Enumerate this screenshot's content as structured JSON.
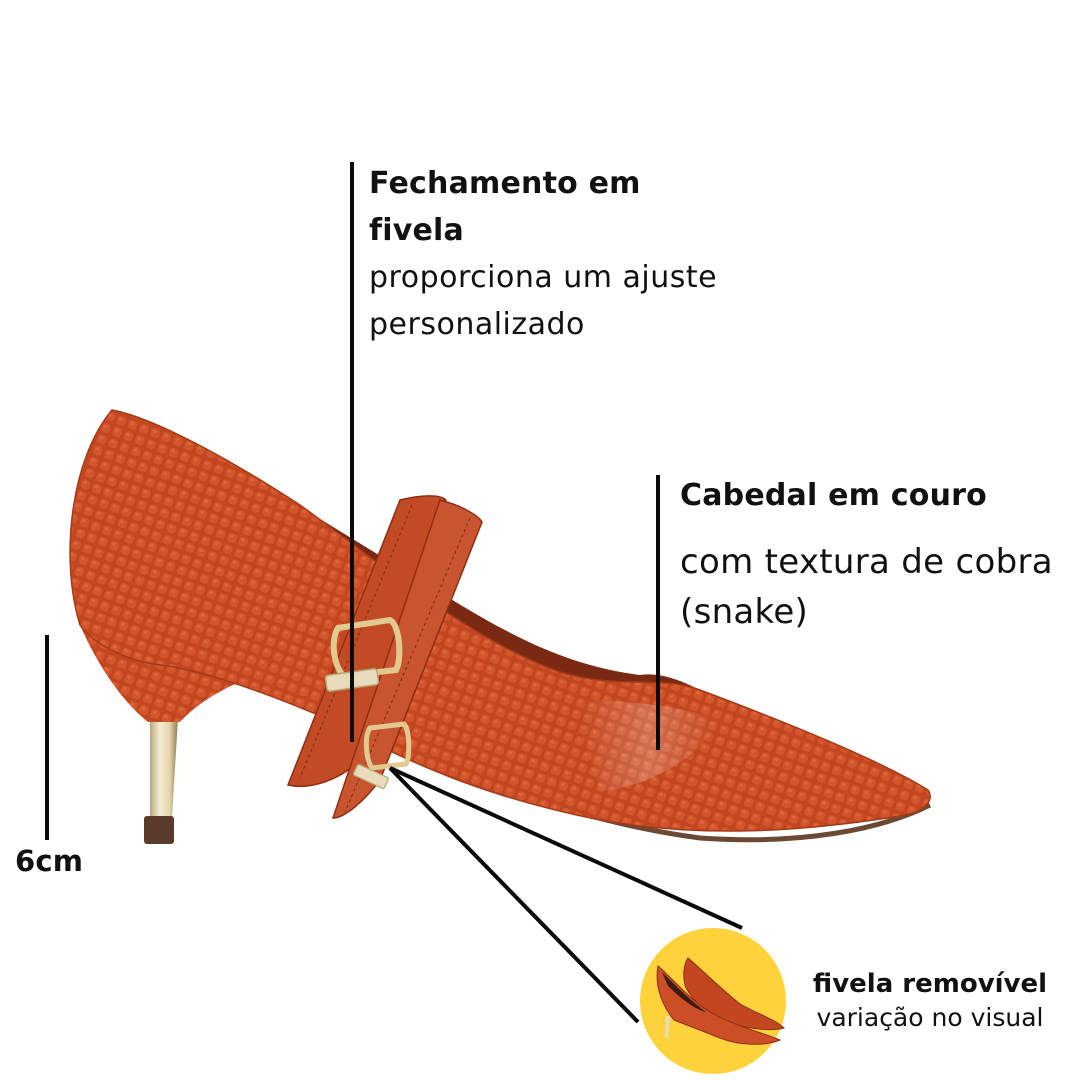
{
  "callouts": {
    "buckle": {
      "title_line1": "Fechamento em",
      "title_line2": "fivela",
      "desc_line1": "proporciona um ajuste",
      "desc_line2": "personalizado"
    },
    "upper": {
      "title": "Cabedal em couro",
      "desc_line1": "com textura de cobra",
      "desc_line2": "(snake)"
    },
    "heel": {
      "label": "6cm"
    },
    "removable": {
      "title": "fivela removível",
      "desc": "variação no visual"
    }
  },
  "colors": {
    "background": "#ffffff",
    "leather": "#c2461f",
    "leather_dark": "#8f2e12",
    "heel_gold": "#e8dcb8",
    "heel_tip": "#5a3a2a",
    "badge_yellow": "#fdd23a",
    "line": "#0a0a0a"
  },
  "images": {
    "main_product": "side-view-red-snake-texture-pump-with-double-buckle-straps",
    "badge_product": "pair-of-red-pumps-without-straps"
  }
}
